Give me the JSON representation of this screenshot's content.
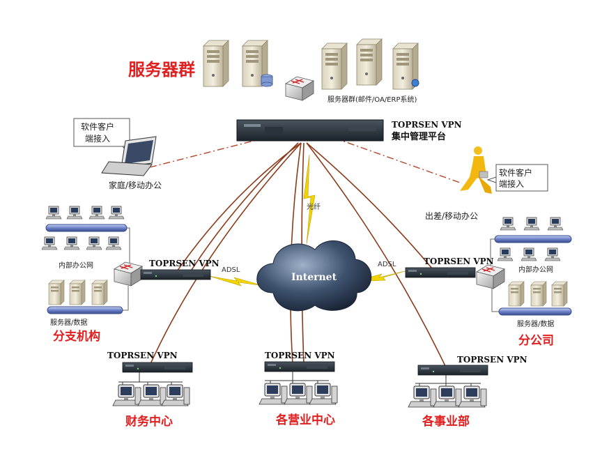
{
  "hq": {
    "server_group_title": "服务器群",
    "server_group_note": "服务器群(邮件/OA/ERP系统)",
    "platform_vpn": "TOPRSEN  VPN",
    "platform_name": "集中管理平台"
  },
  "home": {
    "callout": [
      "软件客户",
      "端接入"
    ],
    "label": "家庭/移动办公"
  },
  "travel": {
    "callout": [
      "软件客户",
      "端接入"
    ],
    "label": "出差/移动办公"
  },
  "cloud": {
    "label": "Internet"
  },
  "links": {
    "fiber": "光纤",
    "adsl_left": "ADSL",
    "adsl_right": "ADSL"
  },
  "branch_org": {
    "vpn": "TOPRSEN  VPN",
    "lan_label": "内部办公网",
    "server_label": "服务器/数据",
    "title": "分支机构"
  },
  "subsidiary": {
    "vpn": "TOPRSEN  VPN",
    "lan_label": "内部办公网",
    "server_label": "服务器/数据",
    "title": "分公司"
  },
  "finance": {
    "vpn": "TOPRSEN  VPN",
    "title": "财务中心"
  },
  "business": {
    "vpn": "TOPRSEN  VPN",
    "title": "各营业中心"
  },
  "division": {
    "vpn": "TOPRSEN  VPN",
    "title": "各事业部"
  },
  "colors": {
    "accent_red": "#e02020",
    "link_brown": "#8b3a1a",
    "lan_blue": "#6c82c8",
    "bolt_yellow": "#f2d400"
  }
}
